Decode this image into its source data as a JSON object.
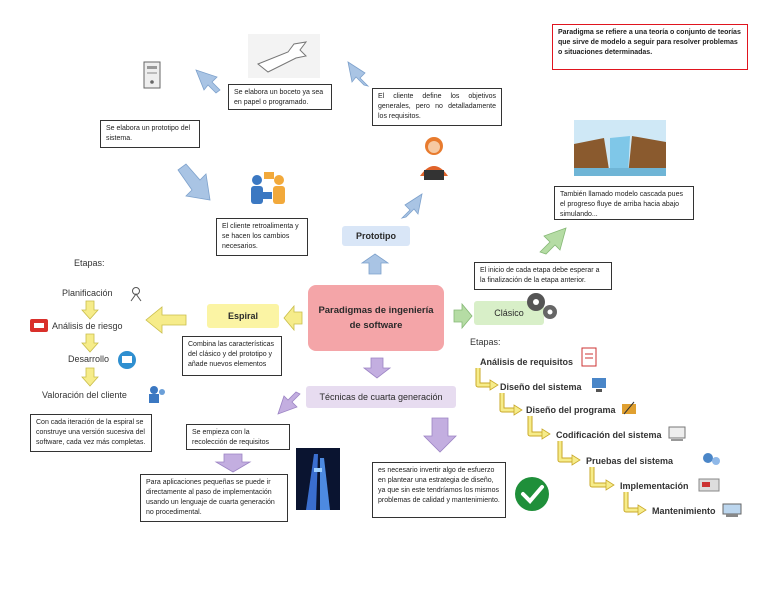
{
  "definition": "Paradigma se refiere a una teoría o conjunto de teorías que sirve de modelo a seguir para resolver problemas o situaciones determinadas.",
  "center": "Paradigmas de ingeniería de software",
  "prototipo": {
    "title": "Prototipo",
    "note_client": "El cliente define los objetivos generales, pero no detalladamente los requisitos.",
    "note_boceto": "Se elabora un boceto ya sea en papel o programado.",
    "note_prototipo": "Se elabora un prototipo del sistema.",
    "note_retro": "El cliente retroalimenta y se hacen los cambios necesarios."
  },
  "clasico": {
    "title": "Clásico",
    "note_cascada": "También llamado modelo cascada pues el progreso fluye de arriba hacia abajo simulando...",
    "note_inicio": "El inicio de cada etapa debe esperar a la finalización de la etapa anterior.",
    "stages_label": "Etapas:",
    "stages": [
      "Análisis de requisitos",
      "Diseño del sistema",
      "Diseño del programa",
      "Codificación del sistema",
      "Pruebas del sistema",
      "Implementación",
      "Mantenimiento"
    ]
  },
  "espiral": {
    "title": "Espiral",
    "stages_label": "Etapas:",
    "stages": [
      "Planificación",
      "Análisis de riesgo",
      "Desarrollo",
      "Valoración del cliente"
    ],
    "note_combina": "Combina las características del clásico y del prototipo y añade nuevos elementos",
    "note_iteracion": "Con cada iteración de la espiral se construye una versión sucesiva del software, cada vez más completas."
  },
  "cuarta": {
    "title": "Técnicas de cuarta generación",
    "note_recoleccion": "Se empieza con la recolección de requisitos",
    "note_pequenas": "Para aplicaciones pequeñas se puede ir directamente al paso de implementación usando un lenguaje de cuarta generación no procedimental.",
    "note_esfuerzo": "es necesario invertir algo de esfuerzo en plantear una estrategia de diseño, ya que sin este tendríamos los mismos problemas de calidad y mantenimiento."
  },
  "colors": {
    "center_fill": "#f4a5a8",
    "prototipo_fill": "#d9e6f7",
    "clasico_fill": "#d8efc8",
    "espiral_fill": "#fbf4a4",
    "cuarta_fill": "#e7dcf0",
    "blue_arrow": "#a9c4e4",
    "green_arrow": "#b5dca4",
    "yellow_arrow": "#f6ec8a",
    "purple_arrow": "#c3aee0",
    "definition_border": "#e0141e"
  }
}
